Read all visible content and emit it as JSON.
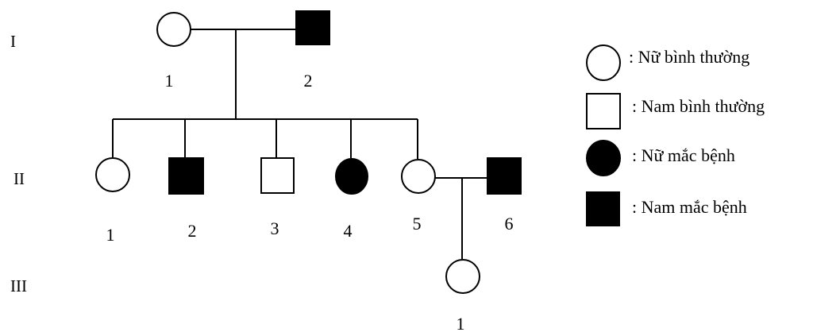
{
  "generations": [
    "I",
    "II",
    "III"
  ],
  "members": {
    "I1": {
      "number": "1",
      "sex": "female",
      "affected": false
    },
    "I2": {
      "number": "2",
      "sex": "male",
      "affected": true
    },
    "II1": {
      "number": "1",
      "sex": "female",
      "affected": false
    },
    "II2": {
      "number": "2",
      "sex": "male",
      "affected": true
    },
    "II3": {
      "number": "3",
      "sex": "male",
      "affected": false
    },
    "II4": {
      "number": "4",
      "sex": "female",
      "affected": true
    },
    "II5": {
      "number": "5",
      "sex": "female",
      "affected": false
    },
    "II6": {
      "number": "6",
      "sex": "male",
      "affected": true
    },
    "III1": {
      "number": "1",
      "sex": "female",
      "affected": false
    }
  },
  "legend": {
    "normal_female": ":  Nữ bình thường",
    "normal_male": ":  Nam bình thường",
    "affected_female": ":  Nữ mắc bệnh",
    "affected_male": ":  Nam mắc bệnh"
  },
  "colors": {
    "line": "#000000",
    "affected_fill": "#000000",
    "normal_fill": "#ffffff"
  }
}
